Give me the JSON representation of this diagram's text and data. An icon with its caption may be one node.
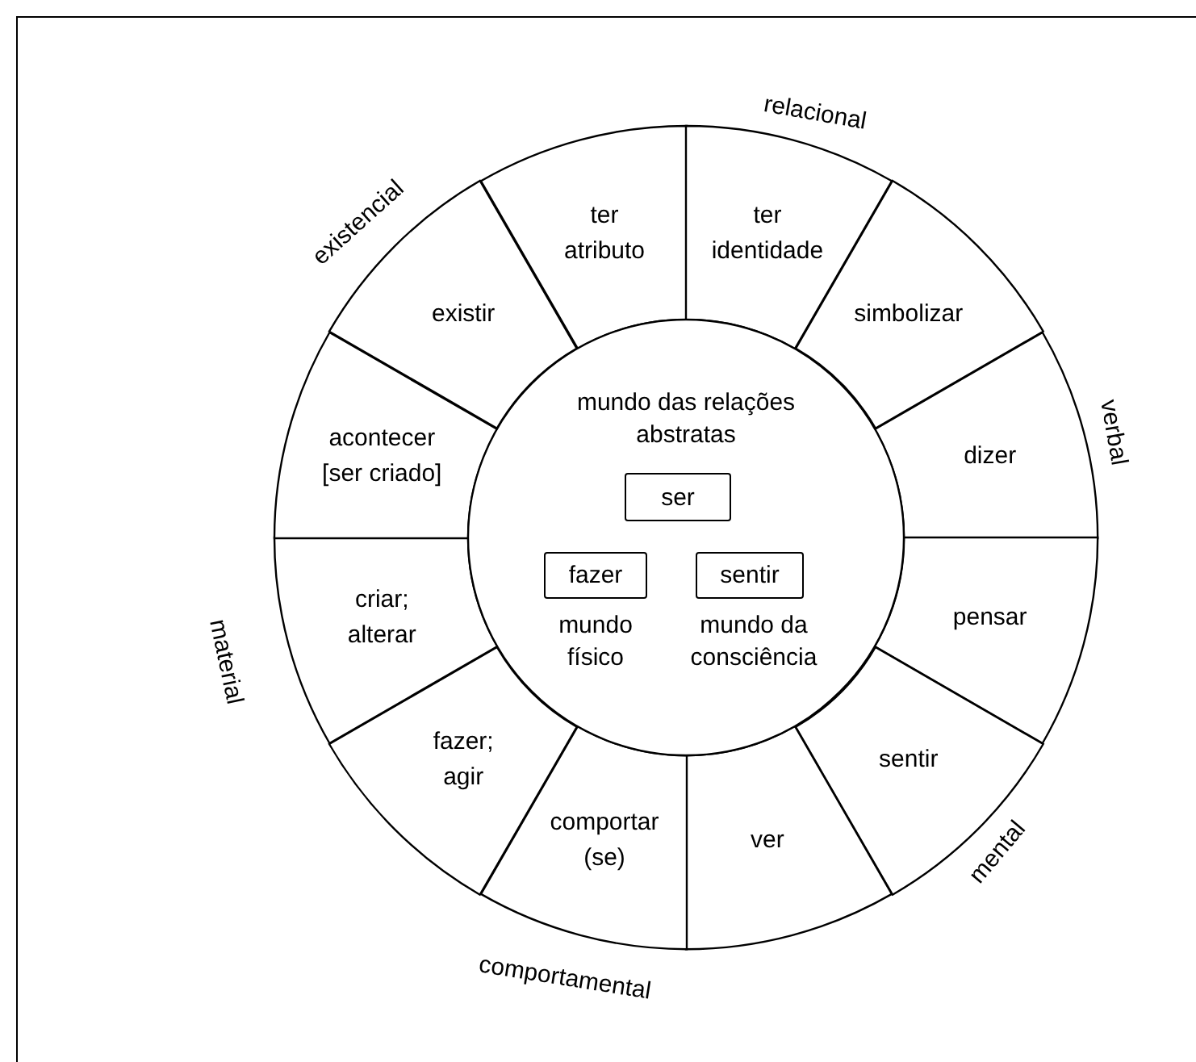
{
  "diagram": {
    "nodes": [
      {
        "text": [
          "mundo das relações abstratas",
          "mundo físico",
          "mundo da consciência"
        ]
      },
      {
        "text": [
          "ser"
        ],
        "in": 0
      },
      {
        "text": [
          "fazer"
        ],
        "in": 0
      },
      {
        "text": [
          "sentir"
        ],
        "in": 0
      },
      {
        "text": [
          "ter atributo"
        ]
      },
      {
        "text": [
          "ter identidade"
        ]
      },
      {
        "text": [
          "simbolizar"
        ]
      },
      {
        "text": [
          "dizer"
        ]
      },
      {
        "text": [
          "pensar"
        ]
      },
      {
        "text": [
          "sentir"
        ]
      },
      {
        "text": [
          "ver"
        ]
      },
      {
        "text": [
          "comportar (se)"
        ]
      },
      {
        "text": [
          "fazer; agir"
        ]
      },
      {
        "text": [
          "criar; alterar"
        ]
      },
      {
        "text": [
          "acontecer [ser criado]"
        ]
      },
      {
        "text": [
          "existir"
        ]
      }
    ],
    "labels": [
      "relacional",
      "existencial",
      "verbal",
      "material",
      "mental",
      "comportamental"
    ]
  }
}
